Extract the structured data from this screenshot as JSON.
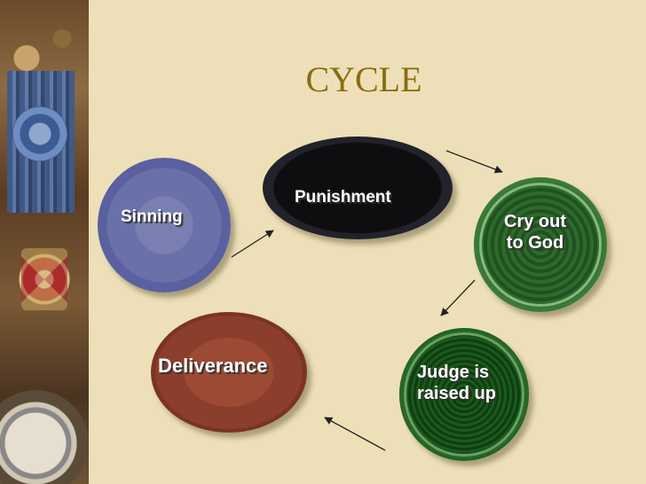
{
  "title": "CYCLE",
  "nodes": [
    {
      "id": "sinning",
      "label": "Sinning",
      "color": "#6a70a8"
    },
    {
      "id": "punishment",
      "label": "Punishment",
      "color": "#0e0e10"
    },
    {
      "id": "cry",
      "label": "Cry out\nto God",
      "color": "#2f6a2c"
    },
    {
      "id": "judge",
      "label": "Judge is\nraised up",
      "color": "#1b5a1c"
    },
    {
      "id": "deliverance",
      "label": "Deliverance",
      "color": "#8c3e2c"
    }
  ],
  "colors": {
    "background": "#ede0b8",
    "title": "#8a6c10",
    "arrow": "#222222"
  }
}
